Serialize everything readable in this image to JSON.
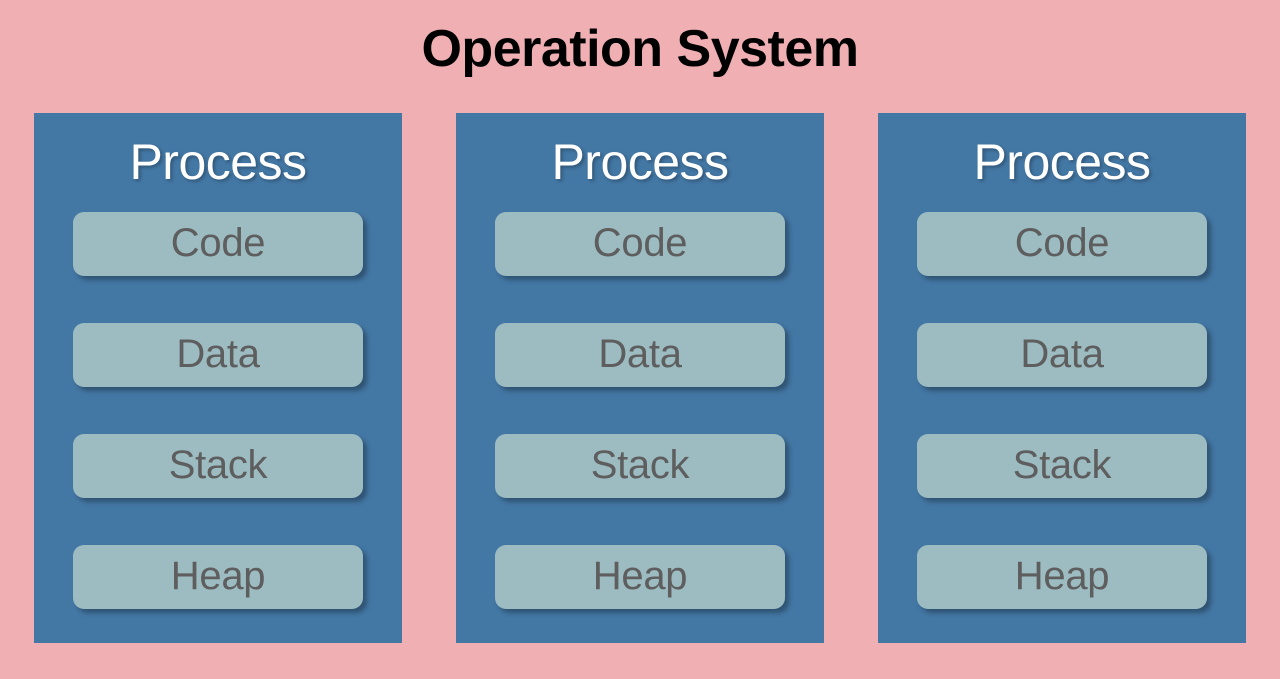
{
  "diagram": {
    "title": "Operation System",
    "title_color": "#000000",
    "background_color": "#F0AFB3",
    "process_box_color": "#4377A4",
    "segment_box_color": "#9CBCC2",
    "segment_text_color": "#5E5E5E",
    "process_title_color": "#FFFFFF",
    "type": "block-diagram",
    "processes": [
      {
        "label": "Process",
        "segments": [
          {
            "label": "Code"
          },
          {
            "label": "Data"
          },
          {
            "label": "Stack"
          },
          {
            "label": "Heap"
          }
        ]
      },
      {
        "label": "Process",
        "segments": [
          {
            "label": "Code"
          },
          {
            "label": "Data"
          },
          {
            "label": "Stack"
          },
          {
            "label": "Heap"
          }
        ]
      },
      {
        "label": "Process",
        "segments": [
          {
            "label": "Code"
          },
          {
            "label": "Data"
          },
          {
            "label": "Stack"
          },
          {
            "label": "Heap"
          }
        ]
      }
    ]
  }
}
